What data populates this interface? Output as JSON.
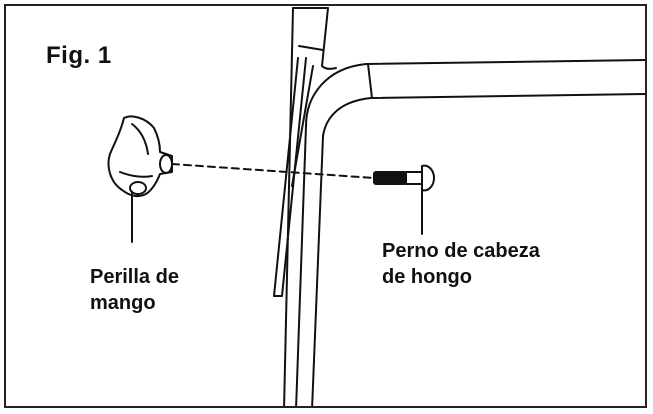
{
  "figure": {
    "title": "Fig. 1"
  },
  "labels": {
    "knob_line1": "Perilla de",
    "knob_line2": "mango",
    "bolt_line1": "Perno de cabeza",
    "bolt_line2": "de hongo"
  },
  "colors": {
    "ink": "#111111",
    "background": "#ffffff"
  }
}
